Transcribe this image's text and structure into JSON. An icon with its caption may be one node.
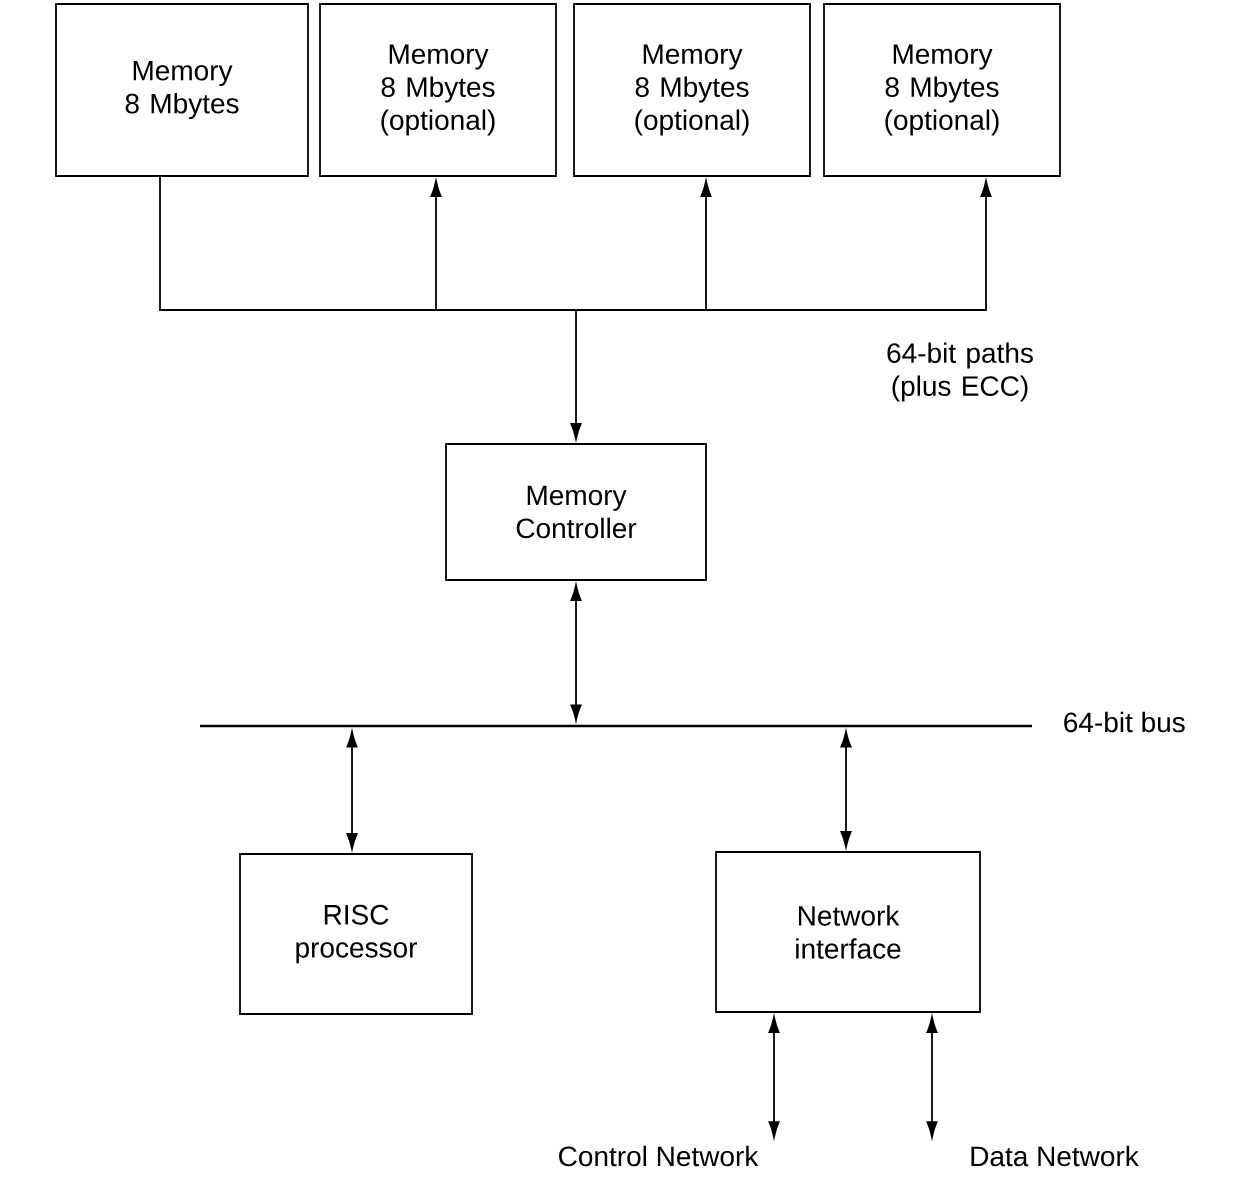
{
  "diagram": {
    "nodes": [
      {
        "text": [
          "Memory 8 Mbytes"
        ]
      },
      {
        "text": [
          "Memory 8 Mbytes (optional)"
        ]
      },
      {
        "text": [
          "Memory 8 Mbytes (optional)"
        ]
      },
      {
        "text": [
          "Memory 8 Mbytes (optional)"
        ]
      },
      {
        "text": [
          "Memory Controller"
        ]
      },
      {
        "text": [],
        "shape": "bar",
        "beside": [
          "64-bit bus"
        ]
      },
      {
        "text": [
          "RISC processor"
        ]
      },
      {
        "text": [
          "Network interface"
        ]
      },
      {
        "text": [
          "Control Network"
        ]
      },
      {
        "text": [
          "Data Network"
        ]
      }
    ],
    "edges": [
      {
        "from": 0,
        "to": 4,
        "arrow": "to"
      },
      {
        "from": 1,
        "to": 4,
        "arrow": "both"
      },
      {
        "from": 2,
        "to": 4,
        "arrow": "both"
      },
      {
        "from": 3,
        "to": 4,
        "arrow": "both"
      },
      {
        "from": 4,
        "to": 5,
        "arrow": "both"
      },
      {
        "from": 6,
        "to": 5,
        "arrow": "both"
      },
      {
        "from": 7,
        "to": 5,
        "arrow": "both"
      },
      {
        "from": 7,
        "to": 8,
        "arrow": "both"
      },
      {
        "from": 7,
        "to": 9,
        "arrow": "both"
      }
    ],
    "labels": [
      "64-bit paths (plus ECC)"
    ]
  }
}
